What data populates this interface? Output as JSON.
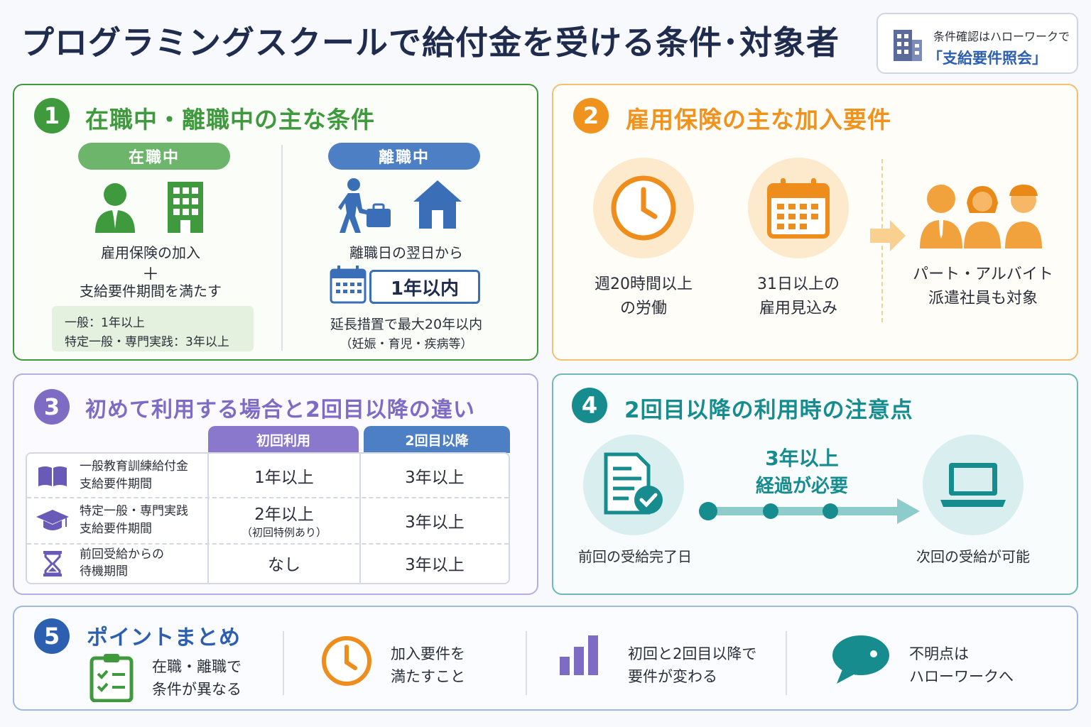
{
  "title": "プログラミングスクールで給付金を受ける条件･対象者",
  "hellowork_box": {
    "line1": "条件確認はハローワークで",
    "line2": "「支給要件照会」",
    "icon": "building-icon"
  },
  "section1": {
    "number": "1",
    "title": "在職中・離職中の主な条件",
    "color": "#3f9a3e",
    "employed": {
      "label": "在職中",
      "line1": "雇用保険の加入",
      "plus": "＋",
      "line2": "支給要件期間を満たす",
      "note1": "一般：1年以上",
      "note2": "特定一般・専門実践：3年以上"
    },
    "unemployed": {
      "label": "離職中",
      "line1": "離職日の翌日から",
      "period": "1年以内",
      "line2": "延長措置で最大20年以内",
      "line3": "（妊娠・育児・疾病等）"
    }
  },
  "section2": {
    "number": "2",
    "title": "雇用保険の主な加入要件",
    "color": "#f0931e",
    "items": [
      {
        "line1": "週20時間以上",
        "line2": "の労働",
        "icon": "clock-icon"
      },
      {
        "line1": "31日以上の",
        "line2": "雇用見込み",
        "icon": "calendar-icon"
      }
    ],
    "target": {
      "line1": "パート・アルバイト",
      "line2": "派遣社員も対象",
      "icon": "workers-icon"
    }
  },
  "section3": {
    "number": "3",
    "title": "初めて利用する場合と2回目以降の違い",
    "color": "#7d6bc4",
    "headers": [
      "初回利用",
      "2回目以降"
    ],
    "rows": [
      {
        "label1": "一般教育訓練給付金",
        "label2": "支給要件期間",
        "first": "1年以上",
        "first_note": "",
        "second": "3年以上",
        "icon": "book-icon"
      },
      {
        "label1": "特定一般・専門実践",
        "label2": "支給要件期間",
        "first": "2年以上",
        "first_note": "（初回特例あり）",
        "second": "3年以上",
        "icon": "graduation-cap-icon"
      },
      {
        "label1": "前回受給からの",
        "label2": "待機期間",
        "first": "なし",
        "first_note": "",
        "second": "3年以上",
        "icon": "hourglass-icon"
      }
    ]
  },
  "section4": {
    "number": "4",
    "title": "2回目以降の利用時の注意点",
    "color": "#178c8f",
    "gap_line1": "3年以上",
    "gap_line2": "経過が必要",
    "from_label": "前回の受給完了日",
    "to_label": "次回の受給が可能"
  },
  "section5": {
    "number": "5",
    "title": "ポイントまとめ",
    "color": "#2d5fb0",
    "points": [
      {
        "line1": "在職・離職で",
        "line2": "条件が異なる",
        "icon": "checklist-icon"
      },
      {
        "line1": "加入要件を",
        "line2": "満たすこと",
        "icon": "clock-icon"
      },
      {
        "line1": "初回と2回目以降で",
        "line2": "要件が変わる",
        "icon": "bar-chart-icon"
      },
      {
        "line1": "不明点は",
        "line2": "ハローワークへ",
        "icon": "speech-bubble-icon"
      }
    ]
  }
}
